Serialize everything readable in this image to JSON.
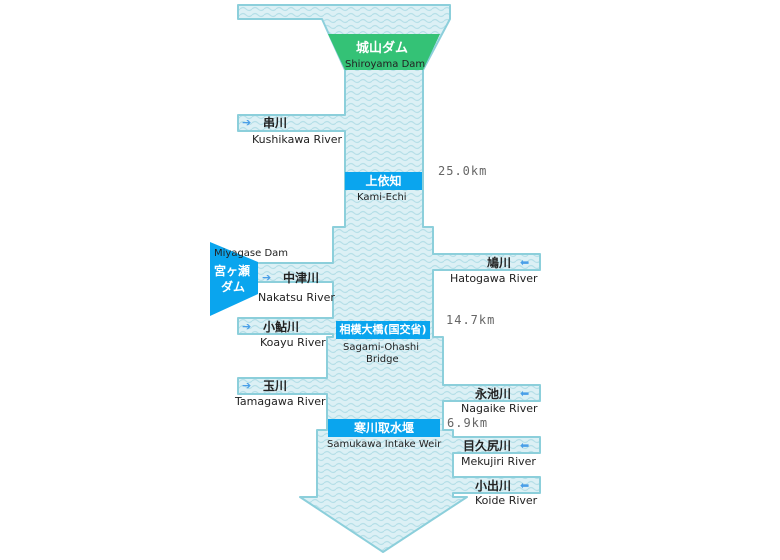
{
  "colors": {
    "water": "#dcf0f5",
    "wave": "#b5dfe8",
    "outline": "#8ccfdb",
    "dam_green": "#34c276",
    "station_blue": "#0aa5ee",
    "arrow_blue": "#4a9fe8",
    "km_text": "#666666"
  },
  "dams": {
    "shiroyama": {
      "jp": "城山ダム",
      "en": "Shiroyama Dam"
    },
    "miyagase": {
      "jp_line1": "宮ヶ瀬",
      "jp_line2": "ダム",
      "en": "Miyagase Dam"
    }
  },
  "stations": [
    {
      "jp": "上依知",
      "en": "Kami-Echi"
    },
    {
      "jp": "相模大橋(国交省)",
      "en_line1": "Sagami-Ohashi",
      "en_line2": "Bridge"
    },
    {
      "jp": "寒川取水堰",
      "en": "Samukawa Intake Weir"
    }
  ],
  "distances": [
    "25.0km",
    "14.7km",
    "6.9km"
  ],
  "tributaries": {
    "left": [
      {
        "jp": "串川",
        "en": "Kushikawa River",
        "icon": "arrow-right-icon"
      },
      {
        "jp": "中津川",
        "en": "Nakatsu River",
        "icon": "arrow-right-icon"
      },
      {
        "jp": "小鮎川",
        "en": "Koayu River",
        "icon": "arrow-right-icon"
      },
      {
        "jp": "玉川",
        "en": "Tamagawa River",
        "icon": "arrow-right-icon"
      }
    ],
    "right": [
      {
        "jp": "鳩川",
        "en": "Hatogawa River",
        "icon": "arrow-left-icon"
      },
      {
        "jp": "永池川",
        "en": "Nagaike River",
        "icon": "arrow-left-icon"
      },
      {
        "jp": "目久尻川",
        "en": "Mekujiri River",
        "icon": "arrow-left-icon"
      },
      {
        "jp": "小出川",
        "en": "Koide River",
        "icon": "arrow-left-icon"
      }
    ]
  }
}
